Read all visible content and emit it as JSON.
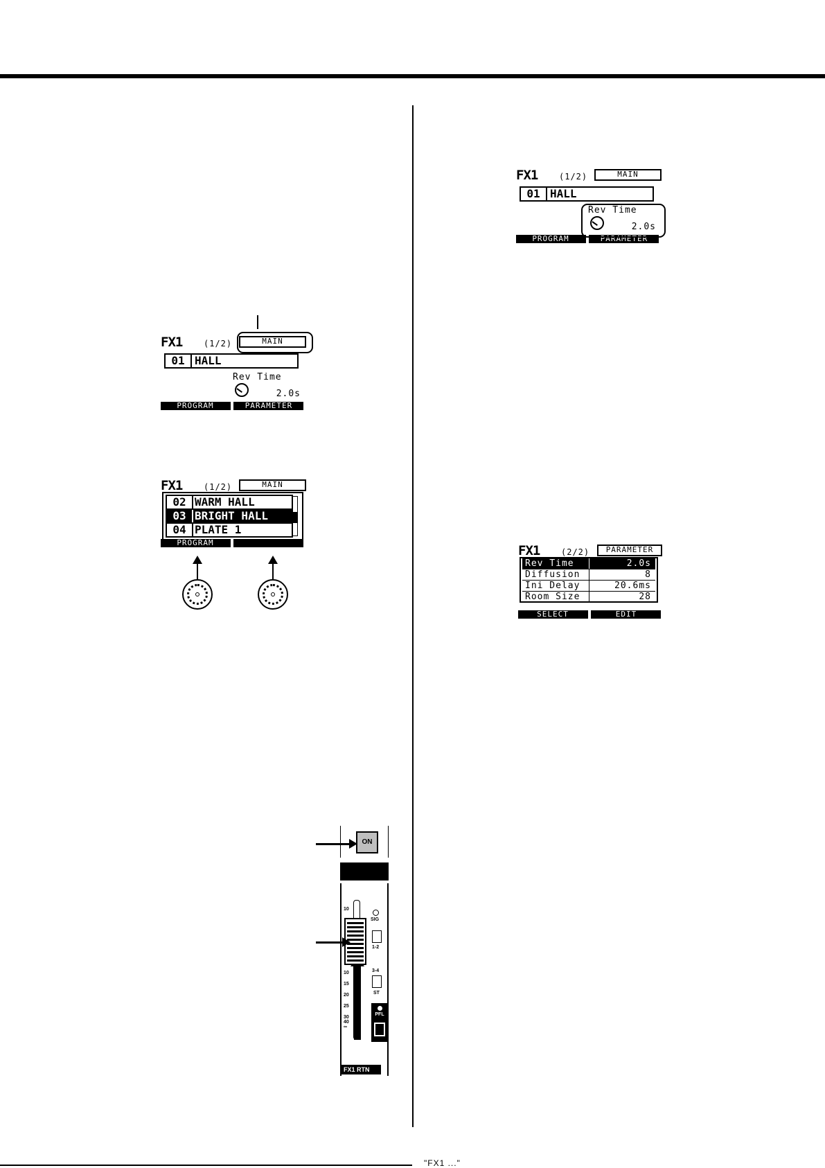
{
  "page": {
    "bottom_fragment": "\"FX1 ...\""
  },
  "lcd_main": {
    "fx_label": "FX1",
    "page": "(1/2)",
    "tab": "MAIN",
    "program_number": "01",
    "program_name": "HALL",
    "param_name": "Rev Time",
    "param_value": "2.0s",
    "footer_left": "PROGRAM",
    "footer_right": "PARAMETER"
  },
  "lcd_list": {
    "fx_label": "FX1",
    "page": "(1/2)",
    "tab": "MAIN",
    "rows": [
      {
        "num": "02",
        "name": "WARM HALL"
      },
      {
        "num": "03",
        "name": "BRIGHT HALL"
      },
      {
        "num": "04",
        "name": "PLATE 1"
      }
    ],
    "footer_left": "PROGRAM"
  },
  "lcd_param_highlight": {
    "fx_label": "FX1",
    "page": "(1/2)",
    "tab": "MAIN",
    "program_number": "01",
    "program_name": "HALL",
    "param_name": "Rev Time",
    "param_value": "2.0s",
    "footer_left": "PROGRAM",
    "footer_right": "PARAMETER"
  },
  "lcd_param_table": {
    "fx_label": "FX1",
    "page": "(2/2)",
    "tab": "PARAMETER",
    "rows": [
      {
        "key": "Rev Time",
        "value": "2.0s"
      },
      {
        "key": "Diffusion",
        "value": "8"
      },
      {
        "key": "Ini Delay",
        "value": "20.6ms"
      },
      {
        "key": "Room Size",
        "value": "28"
      }
    ],
    "footer_left": "SELECT",
    "footer_right": "EDIT"
  },
  "channel_strip": {
    "on_label": "ON",
    "scale_top": "10",
    "scale_marks": [
      "10",
      "15",
      "20",
      "25",
      "30",
      "40",
      "∞"
    ],
    "sig_label": "SIG",
    "bus_labels": [
      "1-2",
      "3-4",
      "ST"
    ],
    "pfl_label": "PFL",
    "name": "FX1 RTN"
  }
}
